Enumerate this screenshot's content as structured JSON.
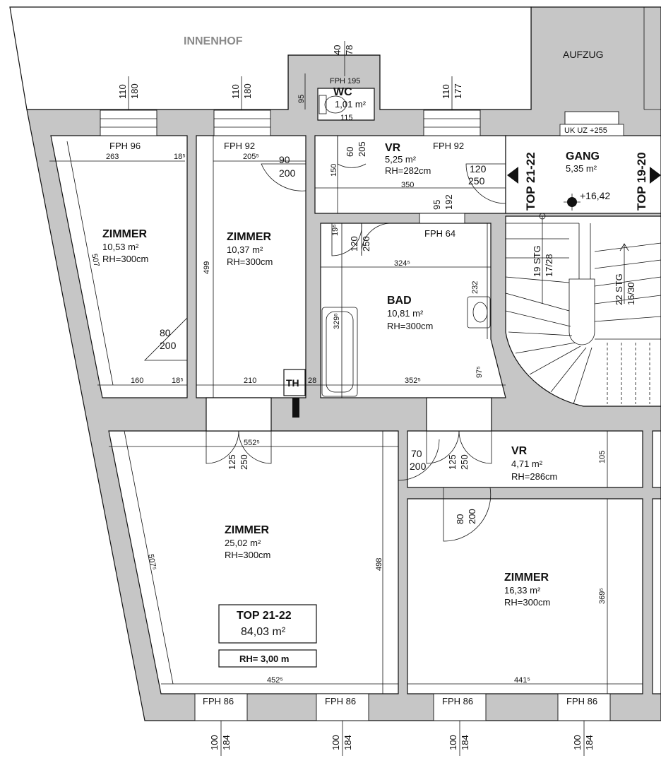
{
  "labels": {
    "innenhof": "INNENHOF",
    "aufzug": "AUFZUG",
    "uk_uz": "UK UZ +255",
    "top_left": "TOP 21-22",
    "top_right": "TOP 19-20",
    "level": "+16,42",
    "th": "TH",
    "stg1": "19 STG",
    "stg1b": "17/28",
    "stg2": "22 STG",
    "stg2b": "16/30"
  },
  "rooms": [
    {
      "name": "ZIMMER",
      "area": "10,53 m²",
      "rh": "RH=300cm"
    },
    {
      "name": "ZIMMER",
      "area": "10,37 m²",
      "rh": "RH=300cm"
    },
    {
      "name": "WC",
      "area": "1,01 m²",
      "rh": ""
    },
    {
      "name": "VR",
      "area": "5,25 m²",
      "rh": "RH=282cm"
    },
    {
      "name": "GANG",
      "area": "5,35 m²",
      "rh": ""
    },
    {
      "name": "BAD",
      "area": "10,81 m²",
      "rh": "RH=300cm"
    },
    {
      "name": "ZIMMER",
      "area": "25,02 m²",
      "rh": "RH=300cm"
    },
    {
      "name": "VR",
      "area": "4,71 m²",
      "rh": "RH=286cm"
    },
    {
      "name": "ZIMMER",
      "area": "16,33 m²",
      "rh": "RH=300cm"
    }
  ],
  "summary": {
    "title": "TOP 21-22",
    "area": "84,03 m²",
    "rh": "RH= 3,00 m"
  },
  "fph": [
    "FPH 96",
    "FPH 92",
    "FPH 195",
    "FPH 92",
    "FPH 64",
    "FPH 86",
    "FPH 86",
    "FPH 86",
    "FPH 86"
  ],
  "dims": {
    "w1a": "110",
    "w1b": "180",
    "w2a": "110",
    "w2b": "180",
    "w3a": "110",
    "w3b": "177",
    "wc_a": "40",
    "wc_b": "78",
    "wc_95": "95",
    "wc_115": "115",
    "r1_263": "263",
    "r1_185": "18⁵",
    "r2_2055": "205⁵",
    "d_90": "90",
    "d_200a": "200",
    "d_60": "60",
    "d_205": "205",
    "vr_350": "350",
    "vr_150": "150",
    "d_120a": "120",
    "d_250a": "250",
    "vr_95": "95",
    "vr_192": "192",
    "r1_507": "507",
    "r2_499": "499",
    "d_80": "80",
    "d_200b": "200",
    "b_195": "19⁵",
    "d_120b": "120",
    "d_250b": "250",
    "b_3245": "324⁵",
    "b_232": "232",
    "b_3295": "329⁵",
    "b_975": "97⁵",
    "r1_160": "160",
    "r1_185b": "18⁵",
    "r2_210": "210",
    "th_28": "28",
    "b_3525": "352⁵",
    "z3_5525": "552⁵",
    "d_125a": "125",
    "d_250c": "250",
    "d_70": "70",
    "d_200c": "200",
    "d_125b": "125",
    "d_250d": "250",
    "vr2_105": "105",
    "z3_5075": "507⁵",
    "z3_498": "498",
    "d_80b": "80",
    "d_200d": "200",
    "z4_3695": "369⁵",
    "z3_4525": "452⁵",
    "z4_4415": "441⁵",
    "b1a": "100",
    "b1b": "184",
    "b2a": "100",
    "b2b": "184",
    "b3a": "100",
    "b3b": "184",
    "b4a": "100",
    "b4b": "184"
  }
}
